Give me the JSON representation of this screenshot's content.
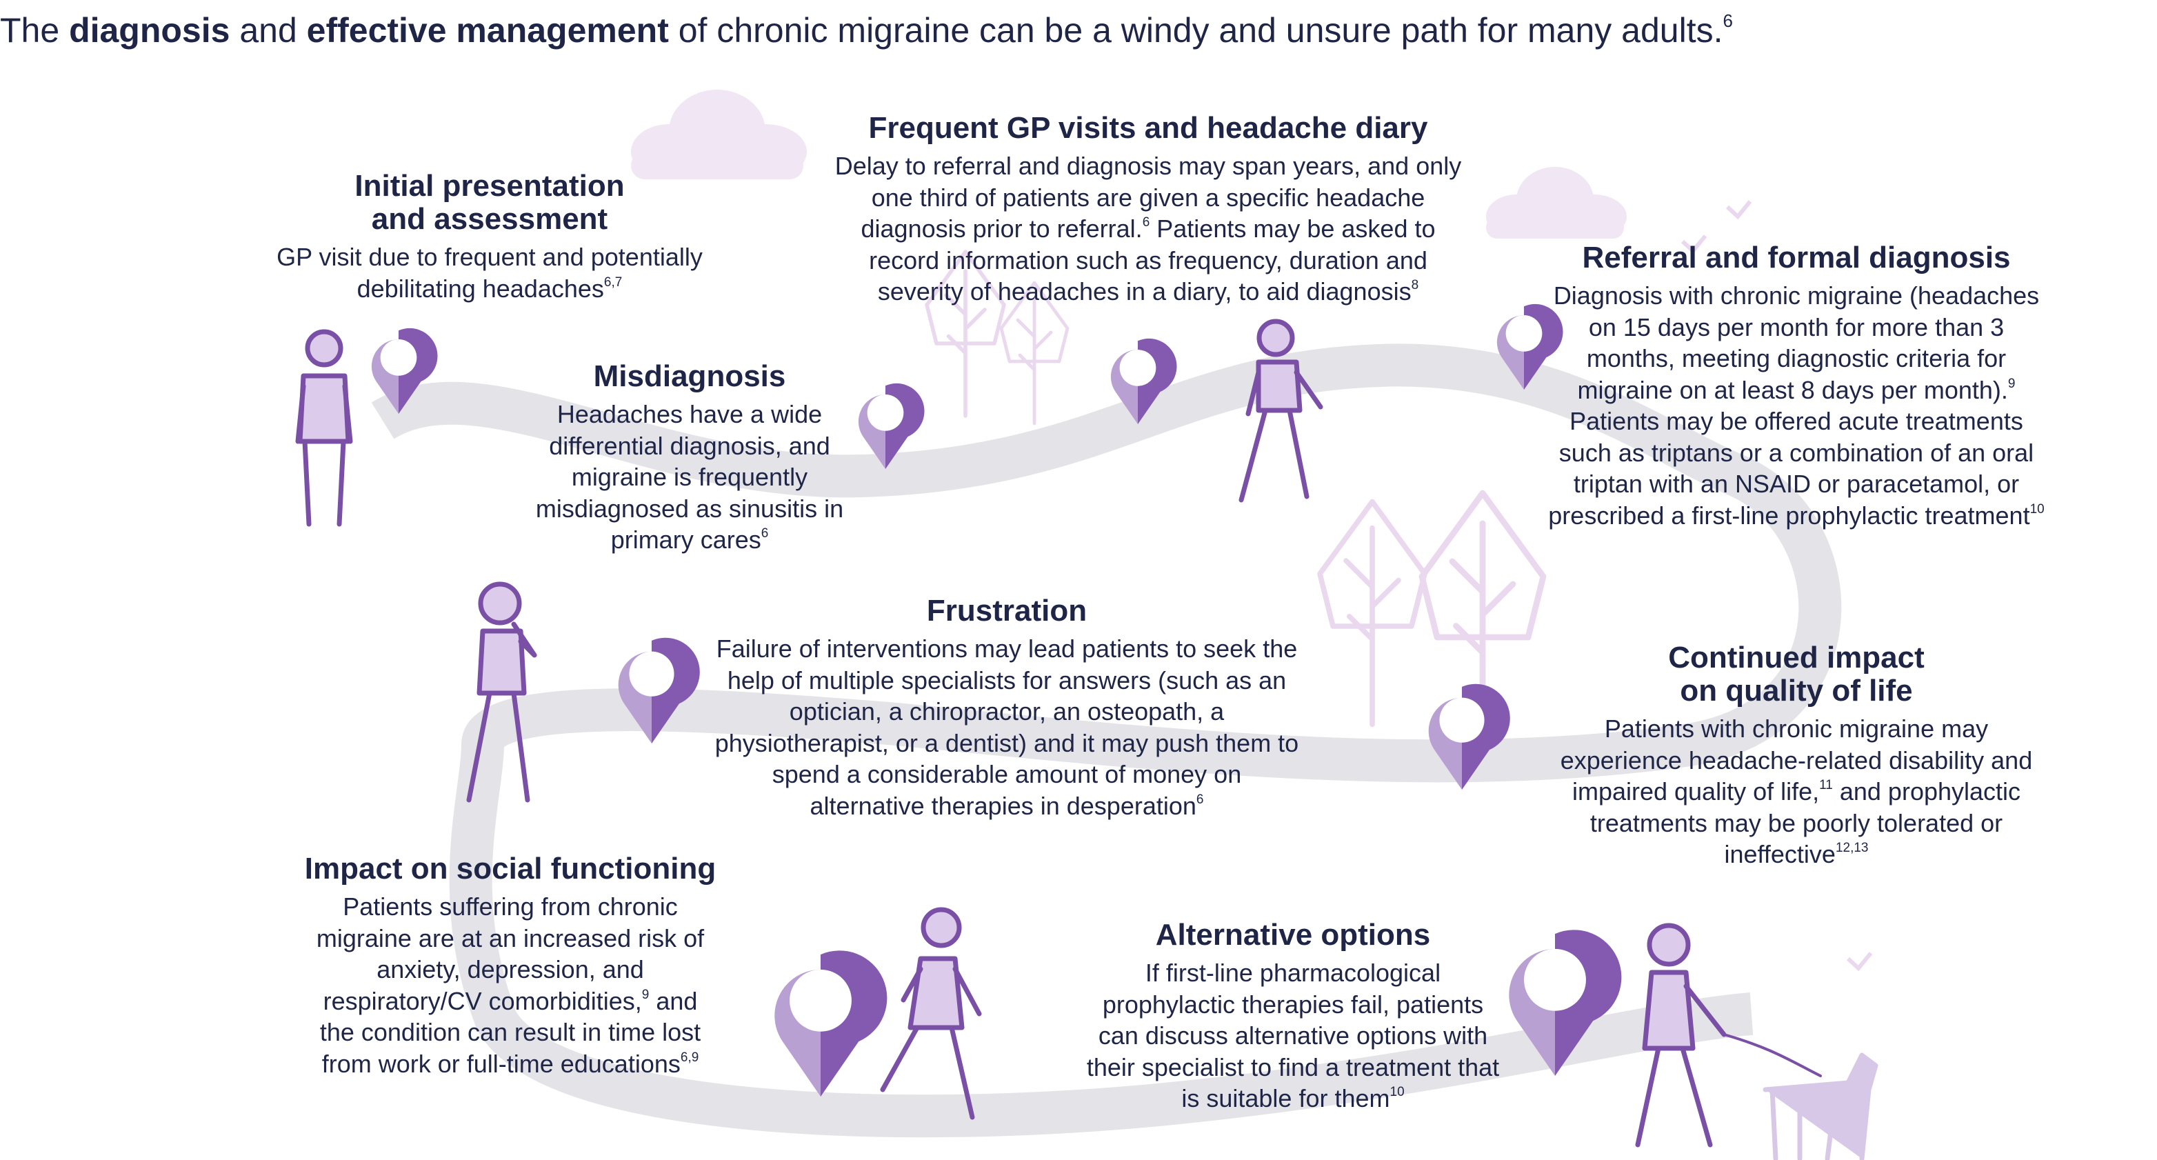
{
  "headline": {
    "part1": "The ",
    "bold1": "diagnosis",
    "part2": " and ",
    "bold2": "effective management",
    "part3": " of chronic migraine can be a windy and unsure path for many adults.",
    "ref": "6"
  },
  "steps": [
    {
      "title_line1": "Initial presentation",
      "title_line2": "and assessment",
      "body": "GP visit due to frequent and potentially debilitating headaches",
      "ref": "6,7"
    },
    {
      "title": "Frequent GP visits and headache diary",
      "body1": "Delay to referral and diagnosis may span years, and only one third of patients are given a specific headache diagnosis prior to referral.",
      "ref1": "6",
      "body2": " Patients may be asked to record information such as frequency, duration and severity of headaches in a diary, to aid diagnosis",
      "ref2": "8"
    },
    {
      "title": "Misdiagnosis",
      "body": "Headaches have a wide differential diagnosis, and migraine is frequently misdiagnosed as sinusitis in primary cares",
      "ref": "6"
    },
    {
      "title": "Referral and formal diagnosis",
      "body1": "Diagnosis with chronic migraine (headaches on 15 days per month for more than 3 months, meeting diagnostic criteria for migraine on at least 8 days per month).",
      "ref1": "9",
      "body2": " Patients may be offered acute treatments such as triptans or a combination of an oral triptan with an NSAID or paracetamol, or prescribed a first-line prophylactic treatment",
      "ref2": "10"
    },
    {
      "title": "Frustration",
      "body": "Failure of interventions may lead patients to seek the help of multiple specialists for answers (such as an optician, a chiropractor, an osteopath, a physiotherapist, or a dentist) and it may push them to spend a considerable amount of money on alternative therapies in desperation",
      "ref": "6"
    },
    {
      "title_line1": "Continued impact",
      "title_line2": "on quality of life",
      "body1": "Patients with chronic migraine may experience headache-related disability and impaired quality of life,",
      "ref1": "11",
      "body2": " and prophylactic treatments may be poorly tolerated or ineffective",
      "ref2": "12,13"
    },
    {
      "title": "Impact on social functioning",
      "body1": "Patients suffering from chronic migraine are at an increased risk of anxiety, depression, and respiratory/CV comorbidities,",
      "ref1": "9",
      "body2": " and the condition can result in time lost from work or full-time educations",
      "ref2": "6,9"
    },
    {
      "title": "Alternative options",
      "body": "If first-line pharmacological prophylactic therapies fail, patients can discuss alternative options with their specialist to find a treatment that is suitable for them",
      "ref": "10"
    }
  ],
  "colors": {
    "text": "#1f2547",
    "path": "#e4e4e8",
    "pin_light": "#b9a0d2",
    "pin_dark": "#8459b0",
    "figure": "#7a4fa6",
    "figure_fill": "#dccbeb",
    "cloud": "#f1e6f4",
    "tree": "#ead9ee"
  },
  "icons": [
    "map-pin-icon",
    "woman-standing-icon",
    "woman-walking-icon",
    "woman-thinking-icon",
    "woman-running-icon",
    "woman-walking-dog-icon",
    "tree-icon",
    "cloud-icon",
    "bird-icon"
  ]
}
